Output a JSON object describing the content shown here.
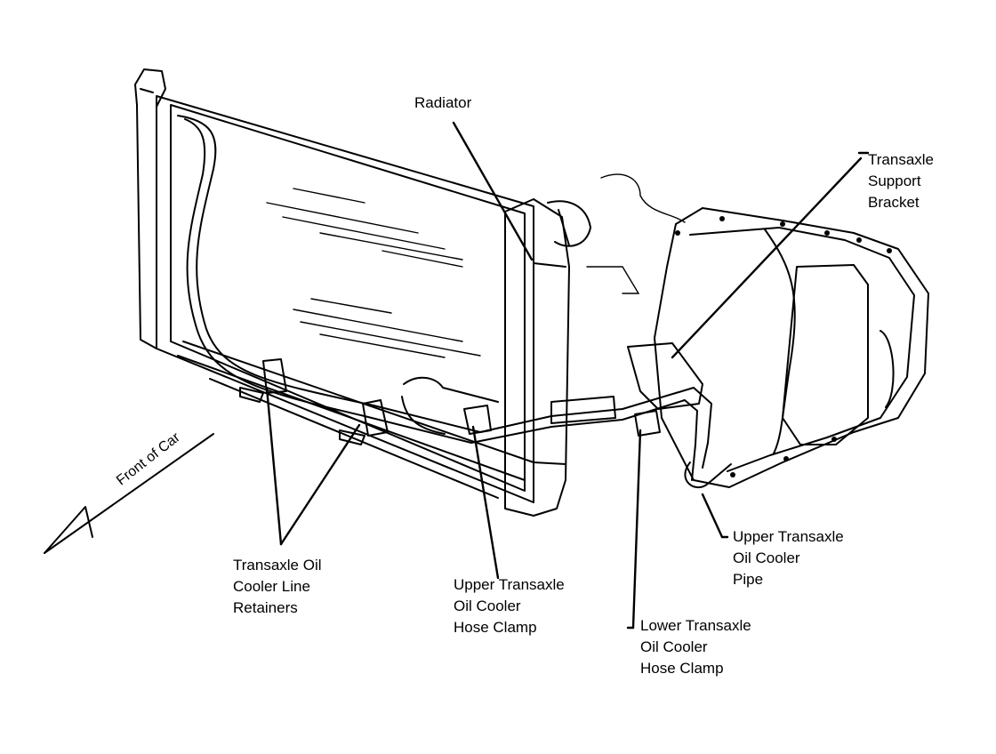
{
  "labels": {
    "radiator": "Radiator",
    "support_bracket": [
      "Transaxle",
      "Support",
      "Bracket"
    ],
    "line_retainers": [
      "Transaxle Oil",
      "Cooler Line",
      "Retainers"
    ],
    "upper_hose_clamp": [
      "Upper Transaxle",
      "Oil Cooler",
      "Hose Clamp"
    ],
    "lower_hose_clamp": [
      "Lower Transaxle",
      "Oil Cooler",
      "Hose Clamp"
    ],
    "upper_cooler_pipe": [
      "Upper Transaxle",
      "Oil Cooler",
      "Pipe"
    ],
    "front_of_car": "Front of Car"
  },
  "colors": {
    "ink": "#000000",
    "background": "#ffffff"
  }
}
